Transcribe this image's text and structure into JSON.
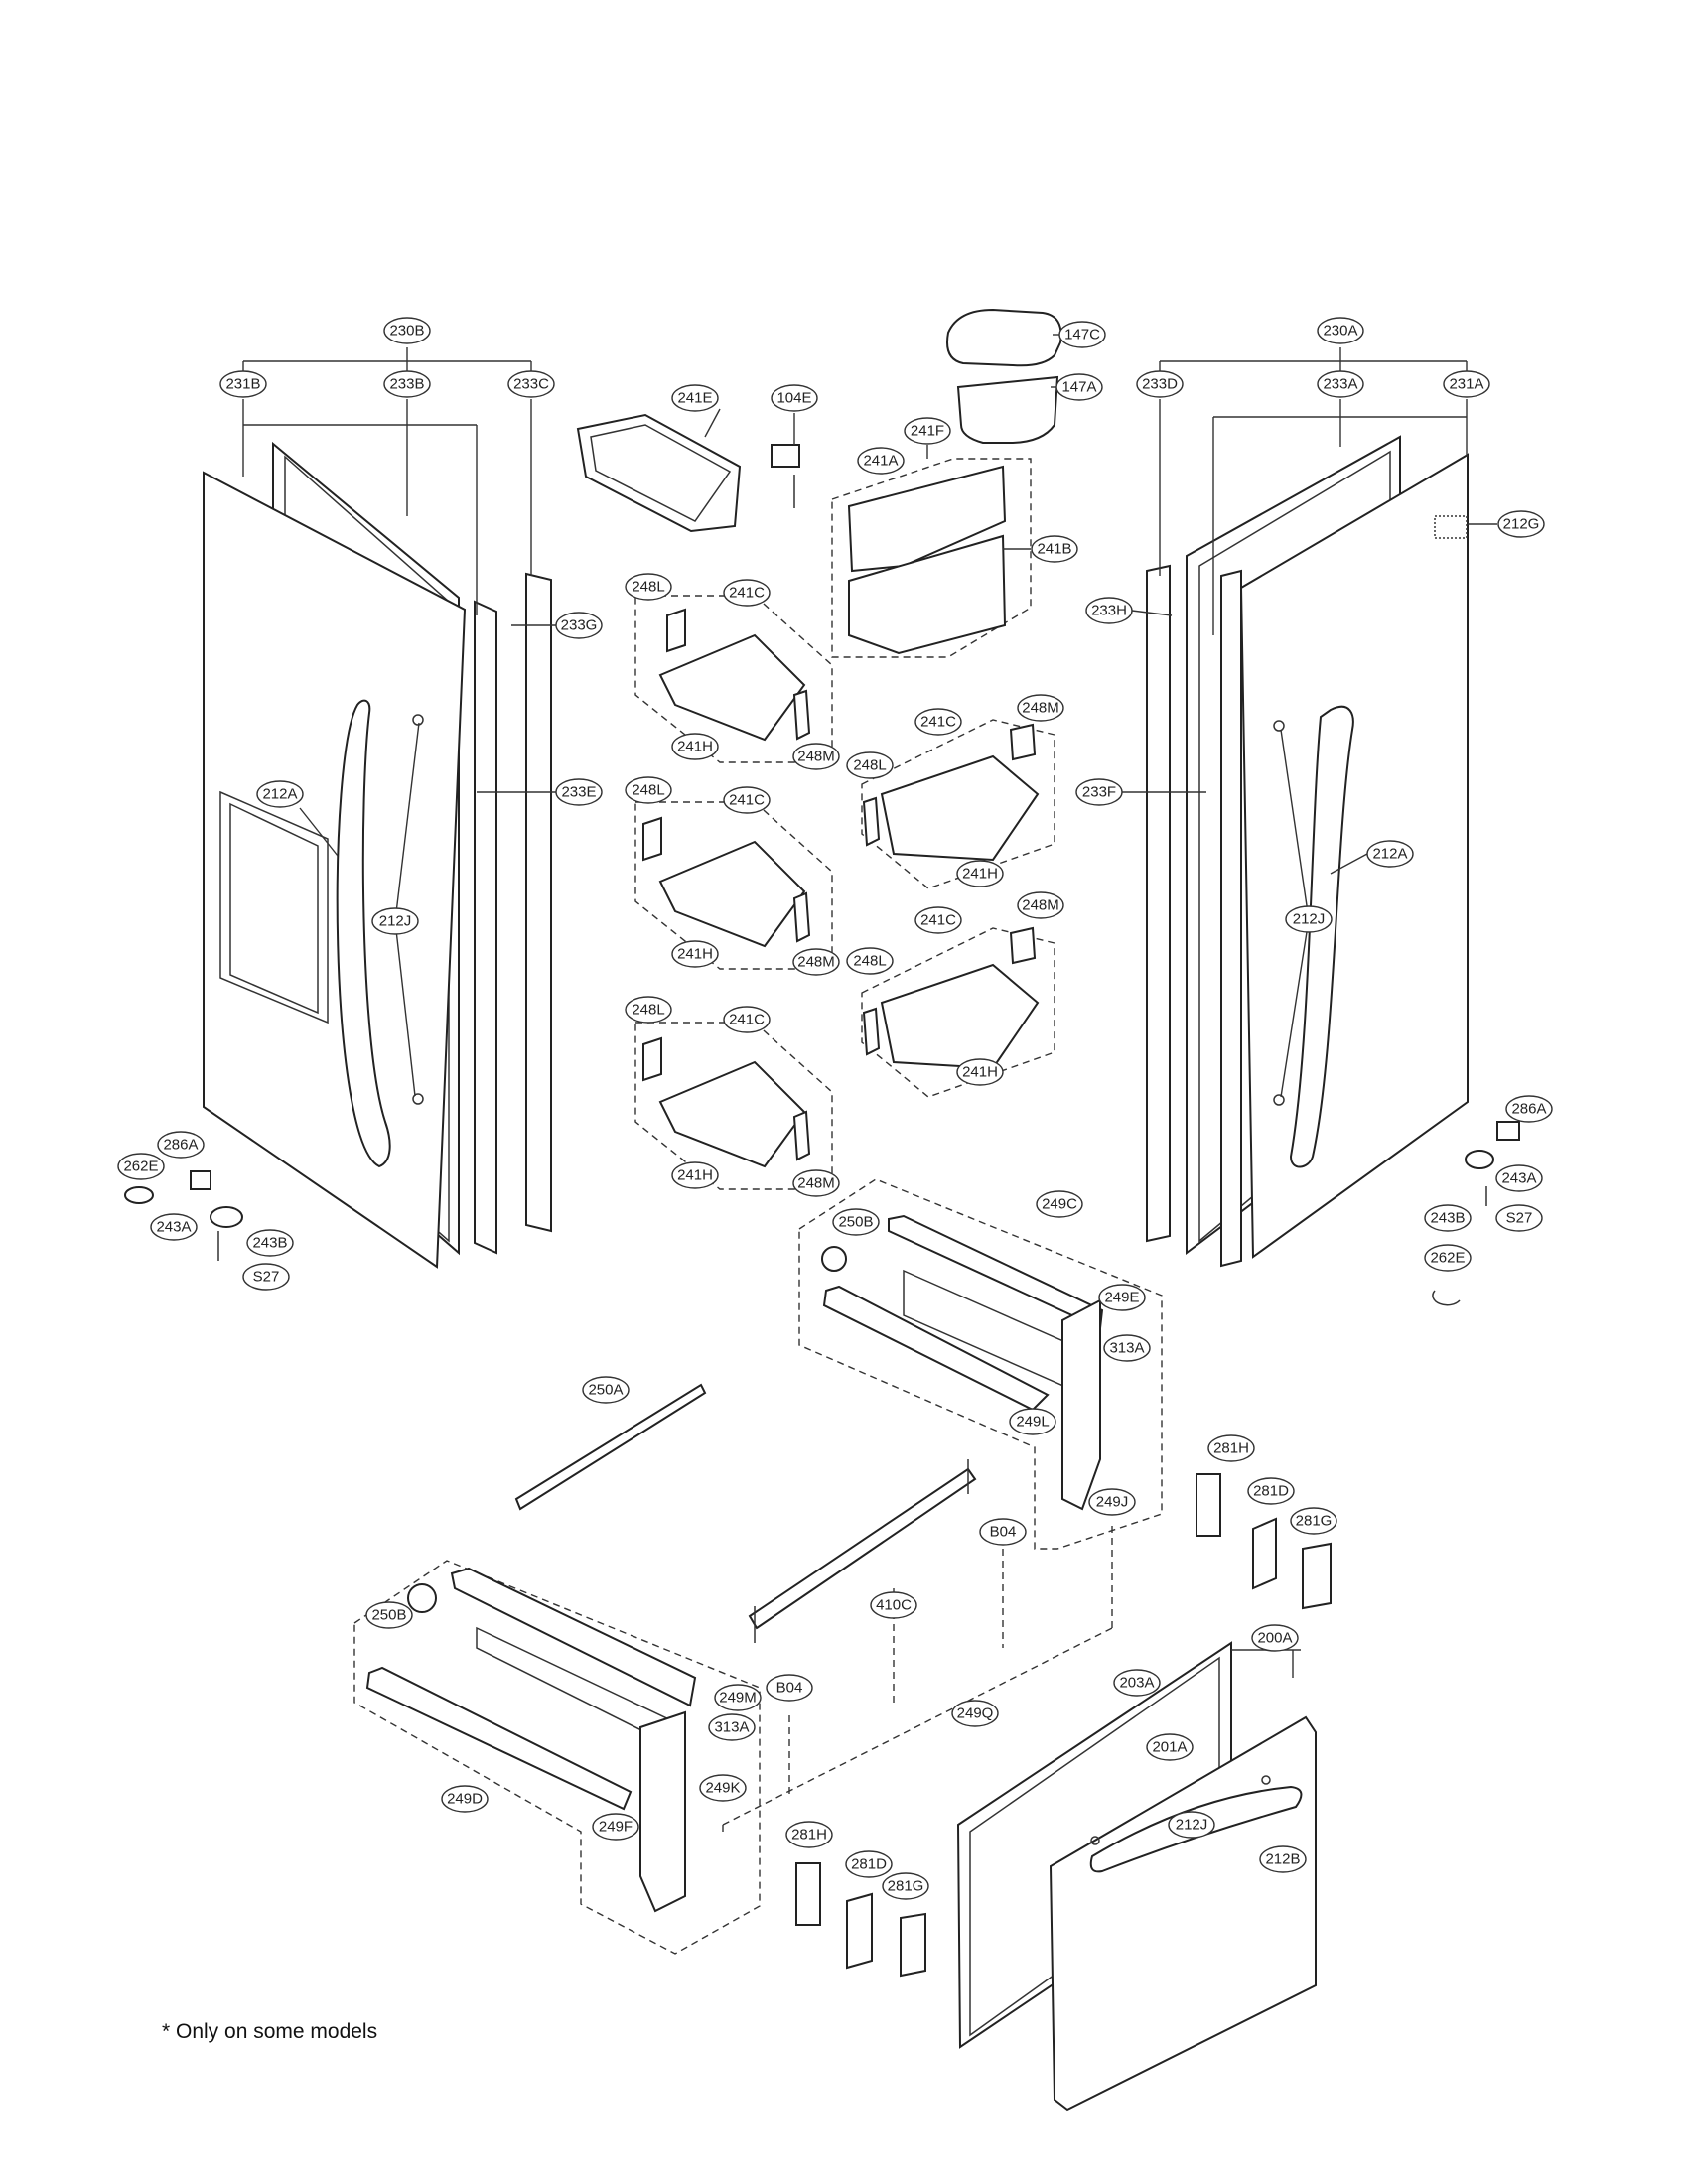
{
  "labels": [
    "230B",
    "231B",
    "233B",
    "233C",
    "233G",
    "233E",
    "212A",
    "212J",
    "286A",
    "262E",
    "243A",
    "243B",
    "S27",
    "241E",
    "104E",
    "147C",
    "147A",
    "241F",
    "241A",
    "241B",
    "248L",
    "241C",
    "241H",
    "248M",
    "230A",
    "233D",
    "233A",
    "231A",
    "212G",
    "233H",
    "233F",
    "250B",
    "249C",
    "249E",
    "313A",
    "249L",
    "249J",
    "250A",
    "410C",
    "B04",
    "249Q",
    "249M",
    "249K",
    "249D",
    "249F",
    "281H",
    "281D",
    "281G",
    "200A",
    "203A",
    "201A",
    "212B"
  ],
  "footnote": "* Only on some models"
}
